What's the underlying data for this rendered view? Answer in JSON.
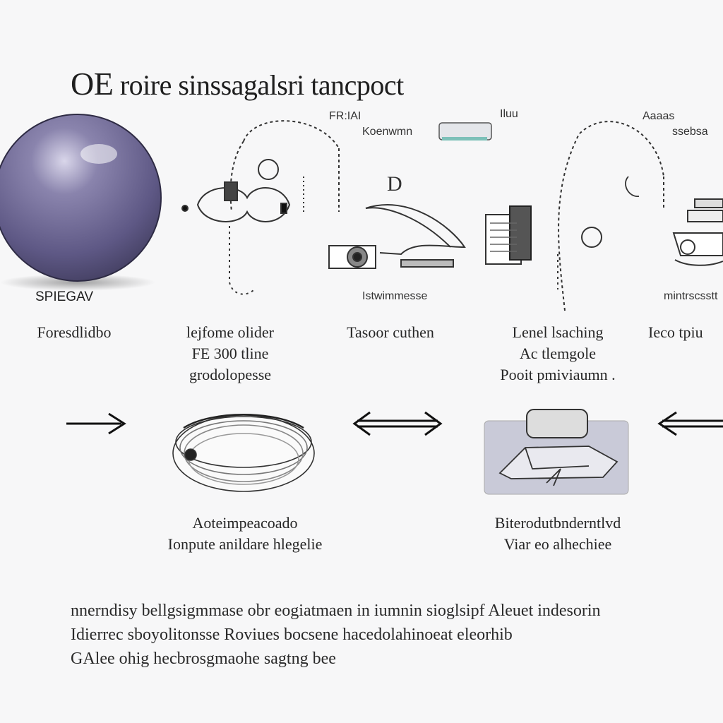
{
  "title": {
    "lead": "OE",
    "rest": "roire sinssagalsri tancpoct"
  },
  "stage_labels": {
    "sphere": "SPIEGAV",
    "stage2_top": "FR:IAI",
    "stage2_sub": "Koenwmn",
    "stage2_tag": "Iluu",
    "stage3_bottom": "Istwimmesse",
    "stage4_top": "Aaaas",
    "stage4_sub": "ssebsa",
    "stage4_bottom": "mintrscsstt"
  },
  "row_captions": {
    "c1": [
      "Foresdlidbo"
    ],
    "c2": [
      "lejfome olider",
      "FE 300 tline",
      "grodolopesse"
    ],
    "c3": [
      "Tasoor cuthen"
    ],
    "c4": [
      "Lenel lsaching",
      "Ac tlemgole",
      "Pooit pmiviaumn ."
    ],
    "c5": [
      "Ieco tpiu"
    ]
  },
  "flow_captions": {
    "left": [
      "Aoteimpeacoado",
      "Ionpute anildare hlegelie"
    ],
    "right": [
      "Biterodutbnderntlvd",
      "Viar eo alhechiee"
    ]
  },
  "paragraph": [
    "nnerndisy bellgsigmmase obr eogiatmaen in iumnin sioglsipf Aleuet indesorin",
    "Idierrec sboyolitonsse Roviues bocsene hacedolahinoeat eleorhib",
    "GAlee ohig hecbrosgmaohe sagtng bee"
  ],
  "colors": {
    "sphere": "#6a6391",
    "ink": "#1e1e1e",
    "panel": "#c9cad8"
  },
  "icons": [
    "sphere-icon",
    "headphones-icon",
    "camera-icon",
    "clip-icon",
    "book-icon",
    "ship-icon",
    "hub-icon",
    "tablet-icon",
    "arrow-right-icon",
    "arrow-double-icon",
    "arrow-left-icon"
  ]
}
